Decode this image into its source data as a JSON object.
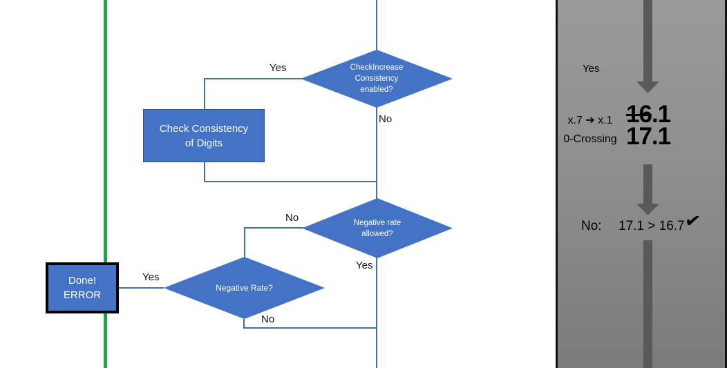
{
  "flowchart": {
    "shapes": {
      "decision_check_increase": {
        "line1": "CheckIncrease",
        "line2": "Consistency",
        "line3": "enabled?"
      },
      "process_check_consistency": {
        "line1": "Check Consistency",
        "line2": "of Digits"
      },
      "decision_negative_rate_allowed": {
        "line1": "Negative rate",
        "line2": "allowed?"
      },
      "decision_negative_rate": {
        "line1": "Negative Rate?"
      },
      "terminal_done_error": {
        "line1": "Done!",
        "line2": "ERROR"
      }
    },
    "labels": {
      "yes_top": "Yes",
      "no_top": "No",
      "no_mid": "No",
      "yes_mid": "Yes",
      "yes_left": "Yes",
      "no_bottom": "No"
    },
    "colors": {
      "shape_fill": "#4472C4",
      "shape_border": "#2F528F",
      "connector": "#41719C",
      "guide_green": "#1FA44C"
    }
  },
  "side_panel": {
    "yes_label": "Yes",
    "case_line1": "x.7 ➔ x.1",
    "case_line2": "0-Crossing",
    "old_value_struck": "16",
    "old_value_rest": ".1",
    "new_value": "17.1",
    "result_no": "No:",
    "result_comparison": "17.1 > 16.7",
    "check_icon": "✔",
    "colors": {
      "arrow": "#595959",
      "background_top": "#9A9A9A",
      "background_bottom": "#7B7B7B",
      "border": "#111111"
    }
  }
}
